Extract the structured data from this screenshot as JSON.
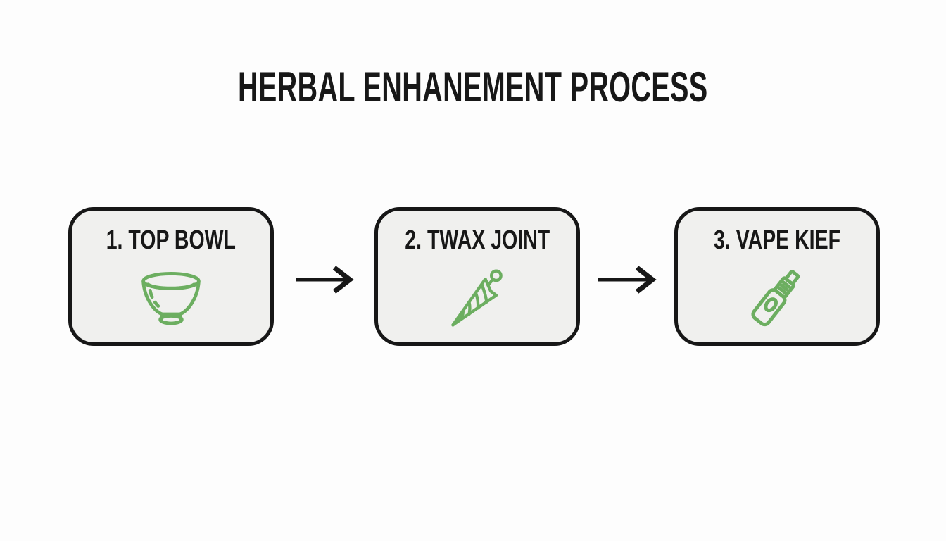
{
  "title": "HERBAL ENHANEMENT PROCESS",
  "steps": [
    {
      "number": "1",
      "label": "1. TOP BOWL",
      "icon": "bowl-icon"
    },
    {
      "number": "2",
      "label": "2. TWAX JOINT",
      "icon": "joint-icon"
    },
    {
      "number": "3",
      "label": "3. VAPE KIEF",
      "icon": "vape-icon"
    }
  ],
  "arrows": [
    {
      "icon": "arrow-right-icon",
      "direction": "right"
    },
    {
      "icon": "arrow-right-icon",
      "direction": "right"
    }
  ],
  "colors": {
    "accent_green": "#6cae60",
    "ink": "#171717",
    "card_fill": "#f0f0ee",
    "page_bg": "#fdfdfd"
  }
}
